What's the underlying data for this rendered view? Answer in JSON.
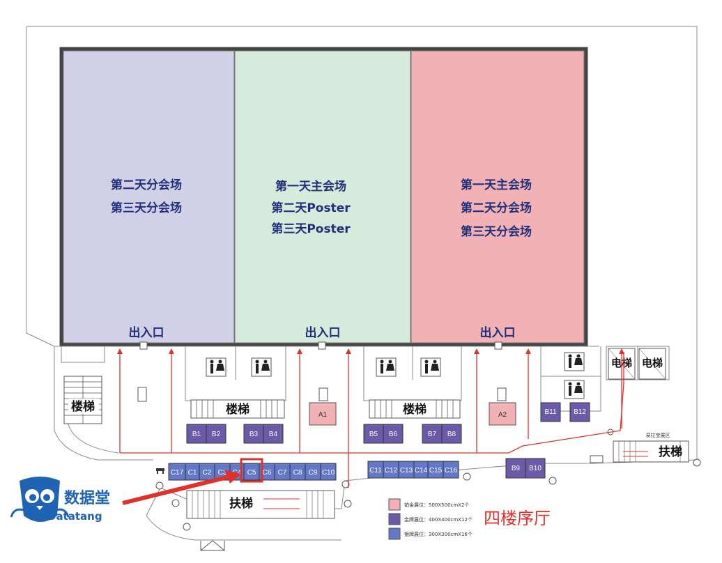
{
  "halls": [
    {
      "id": "left",
      "lines": [
        "第二天分会场",
        "第三天分会场"
      ],
      "exit": "出入口",
      "color": "#d2d0e6"
    },
    {
      "id": "middle",
      "lines": [
        "第一天主会场",
        "第二天Poster",
        "第三天Poster"
      ],
      "exit": "出入口",
      "color": "#d6ebdb"
    },
    {
      "id": "right",
      "lines": [
        "第一天主会场",
        "第二天分会场",
        "第三天分会场"
      ],
      "exit": "出入口",
      "color": "#f2b1b5"
    }
  ],
  "stairs_label": "楼梯",
  "escalator_label": "扶梯",
  "elevator_label": "电梯",
  "sponsor_area_label": "易拉宝展区",
  "booths_platinum": [
    "A1",
    "A2"
  ],
  "booths_gold": [
    "B1",
    "B2",
    "B3",
    "B4",
    "B5",
    "B6",
    "B7",
    "B8",
    "B9",
    "B10",
    "B11",
    "B12"
  ],
  "booths_silver": [
    "C17",
    "C1",
    "C2",
    "C3",
    "C4",
    "C5",
    "C6",
    "C7",
    "C8",
    "C9",
    "C10",
    "C11",
    "C12",
    "C13",
    "C14",
    "C15",
    "C16"
  ],
  "highlighted_booth": "C5",
  "legend": [
    {
      "label": "铂金展位：500X500cmX2个",
      "color": "#f2b1b5"
    },
    {
      "label": "金牌展位：400X400cmX12个",
      "color": "#6a5aa8"
    },
    {
      "label": "银牌展位：300X300cmX16个",
      "color": "#6378c8"
    }
  ],
  "floor_title": "四楼序厅",
  "logo": {
    "cn": "数据堂",
    "en": "Datatang"
  },
  "colors": {
    "platinum": "#f2b1b5",
    "gold": "#6a5aa8",
    "silver": "#6378c8",
    "route_arrow": "#e0322a",
    "frame": "#444444",
    "label_blue": "#1f2f7a",
    "logo_blue": "#1e63b4"
  }
}
